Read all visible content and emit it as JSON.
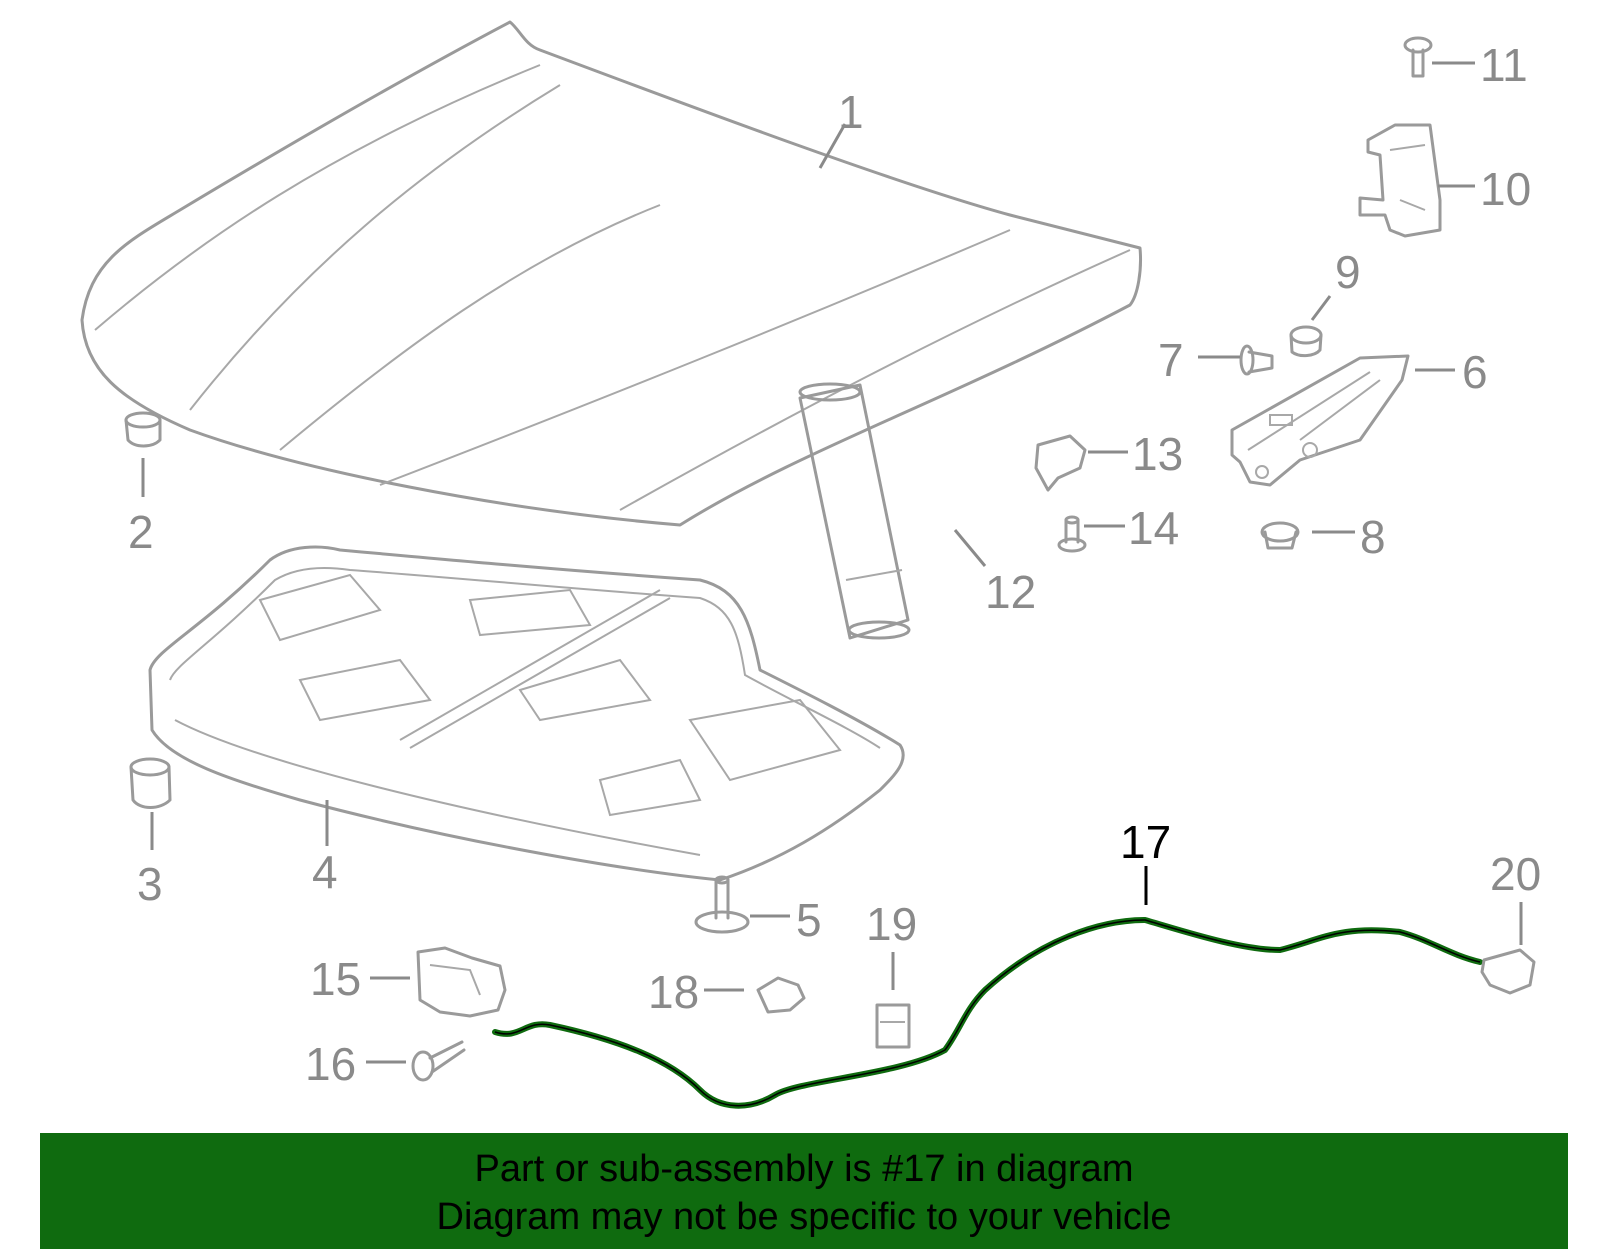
{
  "callouts": [
    {
      "id": "1",
      "label": "1"
    },
    {
      "id": "2",
      "label": "2"
    },
    {
      "id": "3",
      "label": "3"
    },
    {
      "id": "4",
      "label": "4"
    },
    {
      "id": "5",
      "label": "5"
    },
    {
      "id": "6",
      "label": "6"
    },
    {
      "id": "7",
      "label": "7"
    },
    {
      "id": "8",
      "label": "8"
    },
    {
      "id": "9",
      "label": "9"
    },
    {
      "id": "10",
      "label": "10"
    },
    {
      "id": "11",
      "label": "11"
    },
    {
      "id": "12",
      "label": "12"
    },
    {
      "id": "13",
      "label": "13"
    },
    {
      "id": "14",
      "label": "14"
    },
    {
      "id": "15",
      "label": "15"
    },
    {
      "id": "16",
      "label": "16"
    },
    {
      "id": "17",
      "label": "17"
    },
    {
      "id": "18",
      "label": "18"
    },
    {
      "id": "19",
      "label": "19"
    },
    {
      "id": "20",
      "label": "20"
    }
  ],
  "highlighted_part": "17",
  "banner": {
    "line1": "Part or sub-assembly is #17 in diagram",
    "line2": "Diagram may not be specific to your vehicle"
  },
  "colors": {
    "banner_background": "#0f6b0f",
    "highlight_stroke": "#0f6b0f",
    "part_stroke": "#9a9a9a"
  }
}
